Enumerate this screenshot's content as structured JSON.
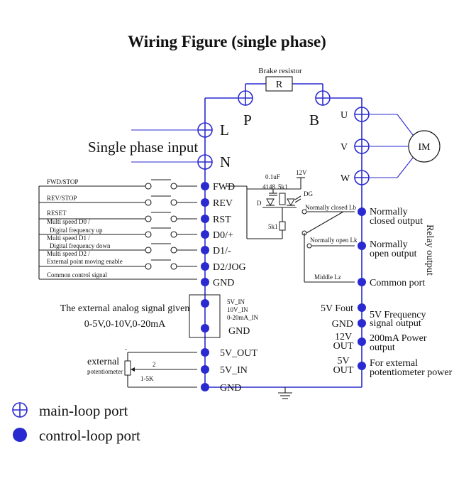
{
  "title": "Wiring Figure (single phase)",
  "power": {
    "brake_resistor_label": "Brake resistor",
    "resistor_symbol": "R",
    "p": "P",
    "b": "B",
    "l": "L",
    "n": "N",
    "single_phase_input": "Single phase input",
    "u": "U",
    "v": "V",
    "w": "W",
    "motor": "IM"
  },
  "inputs": {
    "left_labels": [
      "FWD/STOP",
      "REV/STOP",
      "RESET",
      "Multi speed D0 /",
      "Digital frequency  up",
      "Multi speed D1 /",
      "Digital frequency  down",
      "Multi speed D2 /",
      "External point moving enable",
      "Common control signal"
    ],
    "terminals": [
      "FWD",
      "REV",
      "RST",
      "D0/+",
      "D1/-",
      "D2/JOG",
      "GND"
    ]
  },
  "analog": {
    "given": "The external analog signal given",
    "ranges": "0-5V,0-10V,0-20mA",
    "in_lines": [
      "5V_IN",
      "10V_IN",
      "0-20mA_IN"
    ],
    "gnd": "GND"
  },
  "pot": {
    "external": "external",
    "potentiometer": "potentiometer",
    "wiper": "2",
    "value": "1-5K",
    "out5v": "5V_OUT",
    "in5v": "5V_IN",
    "gnd": "GND"
  },
  "dg_circuit": {
    "cap": "0.1uF",
    "v12": "12V",
    "diode": "4148",
    "r1": "5k1",
    "dg": "DG",
    "d": "D",
    "r2": "5k1"
  },
  "relay": {
    "closed_lb": "Normally closed Lb",
    "open_lk": "Normally open Lk",
    "middle_lz": "Middle Lz",
    "closed_output": [
      "Normally",
      "closed  output"
    ],
    "open_output": [
      "Normally",
      "open output"
    ],
    "common_port": "Common port",
    "relay_output": "Relay output"
  },
  "outputs": {
    "fout": "5V Fout",
    "gnd": "GND",
    "v12_out": [
      "12V",
      "OUT"
    ],
    "v5_out": [
      "5V",
      "OUT"
    ],
    "freq": [
      "5V Frequency",
      "signal output"
    ],
    "power": [
      "200mA Power",
      "output"
    ],
    "pot_power": [
      "For external",
      "potentiometer power"
    ]
  },
  "legend": {
    "main_loop": "main-loop port",
    "control_loop": "control-loop port"
  }
}
